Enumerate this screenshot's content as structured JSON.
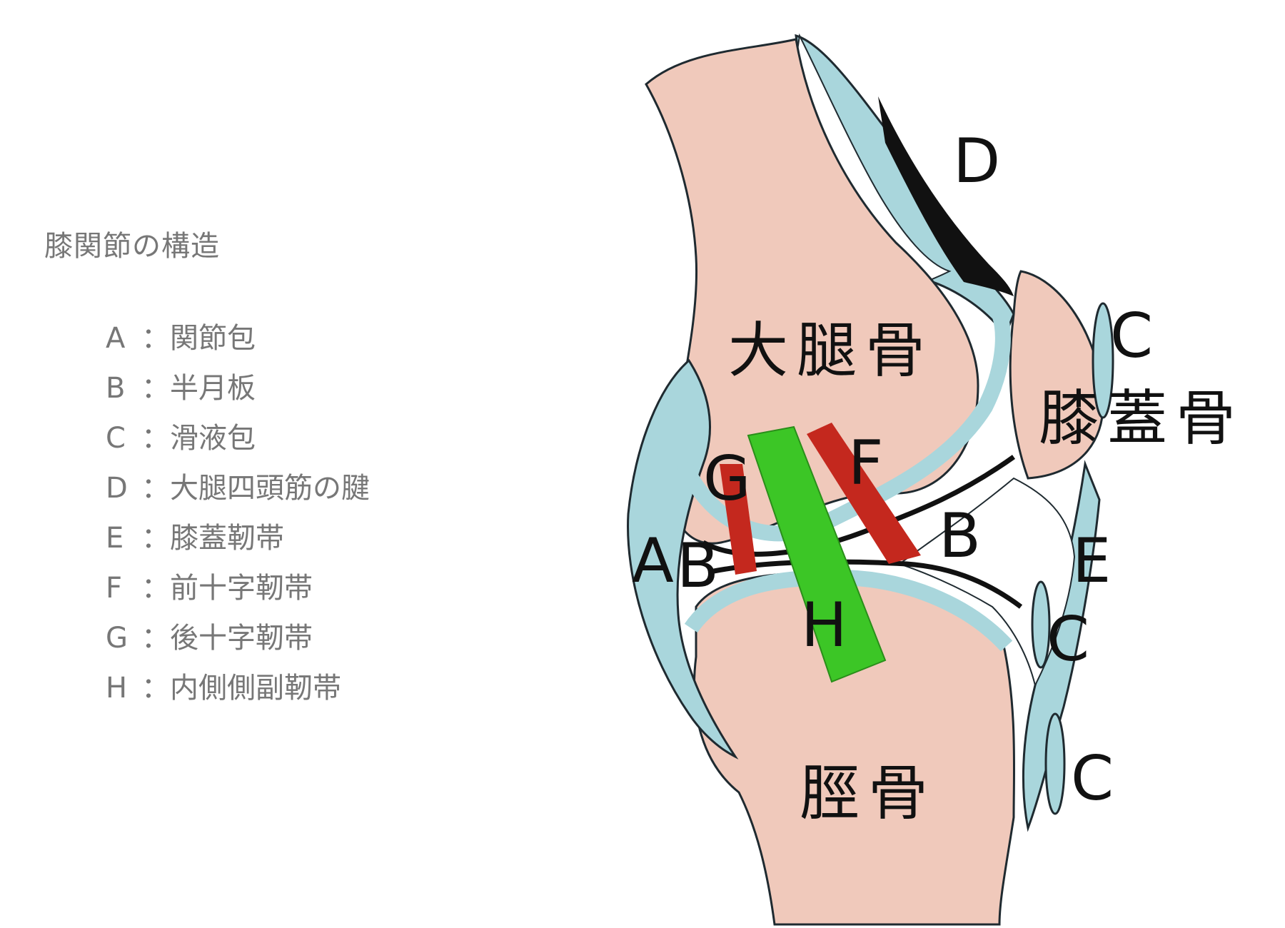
{
  "title": "膝関節の構造",
  "legend": [
    {
      "key": "A",
      "separator": "：",
      "label": "関節包"
    },
    {
      "key": "B",
      "separator": "：",
      "label": "半月板"
    },
    {
      "key": "C",
      "separator": "：",
      "label": "滑液包"
    },
    {
      "key": "D",
      "separator": "：",
      "label": "大腿四頭筋の腱"
    },
    {
      "key": "E",
      "separator": "：",
      "label": "膝蓋靭帯"
    },
    {
      "key": "F",
      "separator": "：",
      "label": "前十字靭帯"
    },
    {
      "key": "G",
      "separator": "：",
      "label": "後十字靭帯"
    },
    {
      "key": "H",
      "separator": "：",
      "label": "内側側副靭帯"
    }
  ],
  "diagram": {
    "bones": {
      "femur": "大腿骨",
      "patella": "膝蓋骨",
      "tibia": "脛骨"
    },
    "markers": {
      "A": "A",
      "B_left": "B",
      "B_right": "B",
      "C_top": "C",
      "C_middle": "C",
      "C_bottom": "C",
      "D": "D",
      "E": "E",
      "F": "F",
      "G": "G",
      "H": "H"
    },
    "colors": {
      "bone": "#f0c9bb",
      "capsule": "#a9d6dc",
      "tendon": "#111111",
      "acl": "#c4281e",
      "pcl": "#c4281e",
      "mcl": "#3cc626",
      "outline": "#1f2a30"
    }
  }
}
